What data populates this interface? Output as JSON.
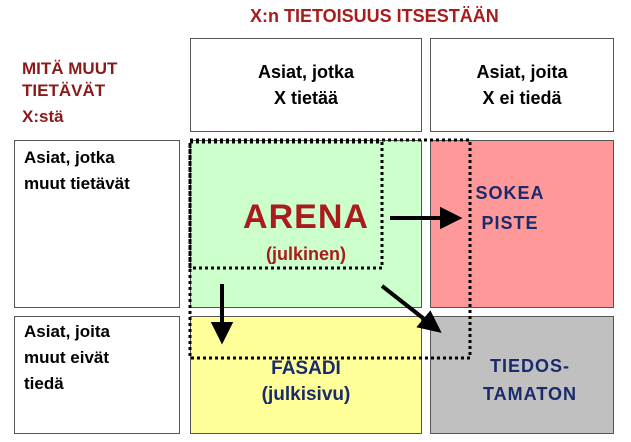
{
  "header": {
    "title": "X:n TIETOISUUS ITSESTÄÄN"
  },
  "side_header": {
    "lines": [
      "MITÄ MUUT",
      "TIETÄVÄT",
      "X:stä"
    ]
  },
  "columns": [
    {
      "lines": [
        "Asiat, jotka",
        "X tietää"
      ]
    },
    {
      "lines": [
        "Asiat, joita",
        "X ei tiedä"
      ]
    }
  ],
  "rows": [
    {
      "lines": [
        "Asiat, jotka",
        "muut tietävät"
      ]
    },
    {
      "lines": [
        "Asiat, joita",
        "muut eivät",
        "tiedä"
      ]
    }
  ],
  "quadrants": {
    "arena": {
      "title": "ARENA",
      "subtitle": "(julkinen)",
      "color": "#ccffcc"
    },
    "blind_spot": {
      "lines": [
        "SOKEA",
        "PISTE"
      ],
      "color": "#ff9999"
    },
    "facade": {
      "lines": [
        "FASADI",
        "(julkisivu)"
      ],
      "color": "#ffff99"
    },
    "unknown": {
      "lines": [
        "TIEDOS-",
        "TAMATON"
      ],
      "color": "#c0c0c0"
    }
  },
  "colors": {
    "header_text": "#a81c1c",
    "quadrant_text": "#1a2a6b"
  }
}
